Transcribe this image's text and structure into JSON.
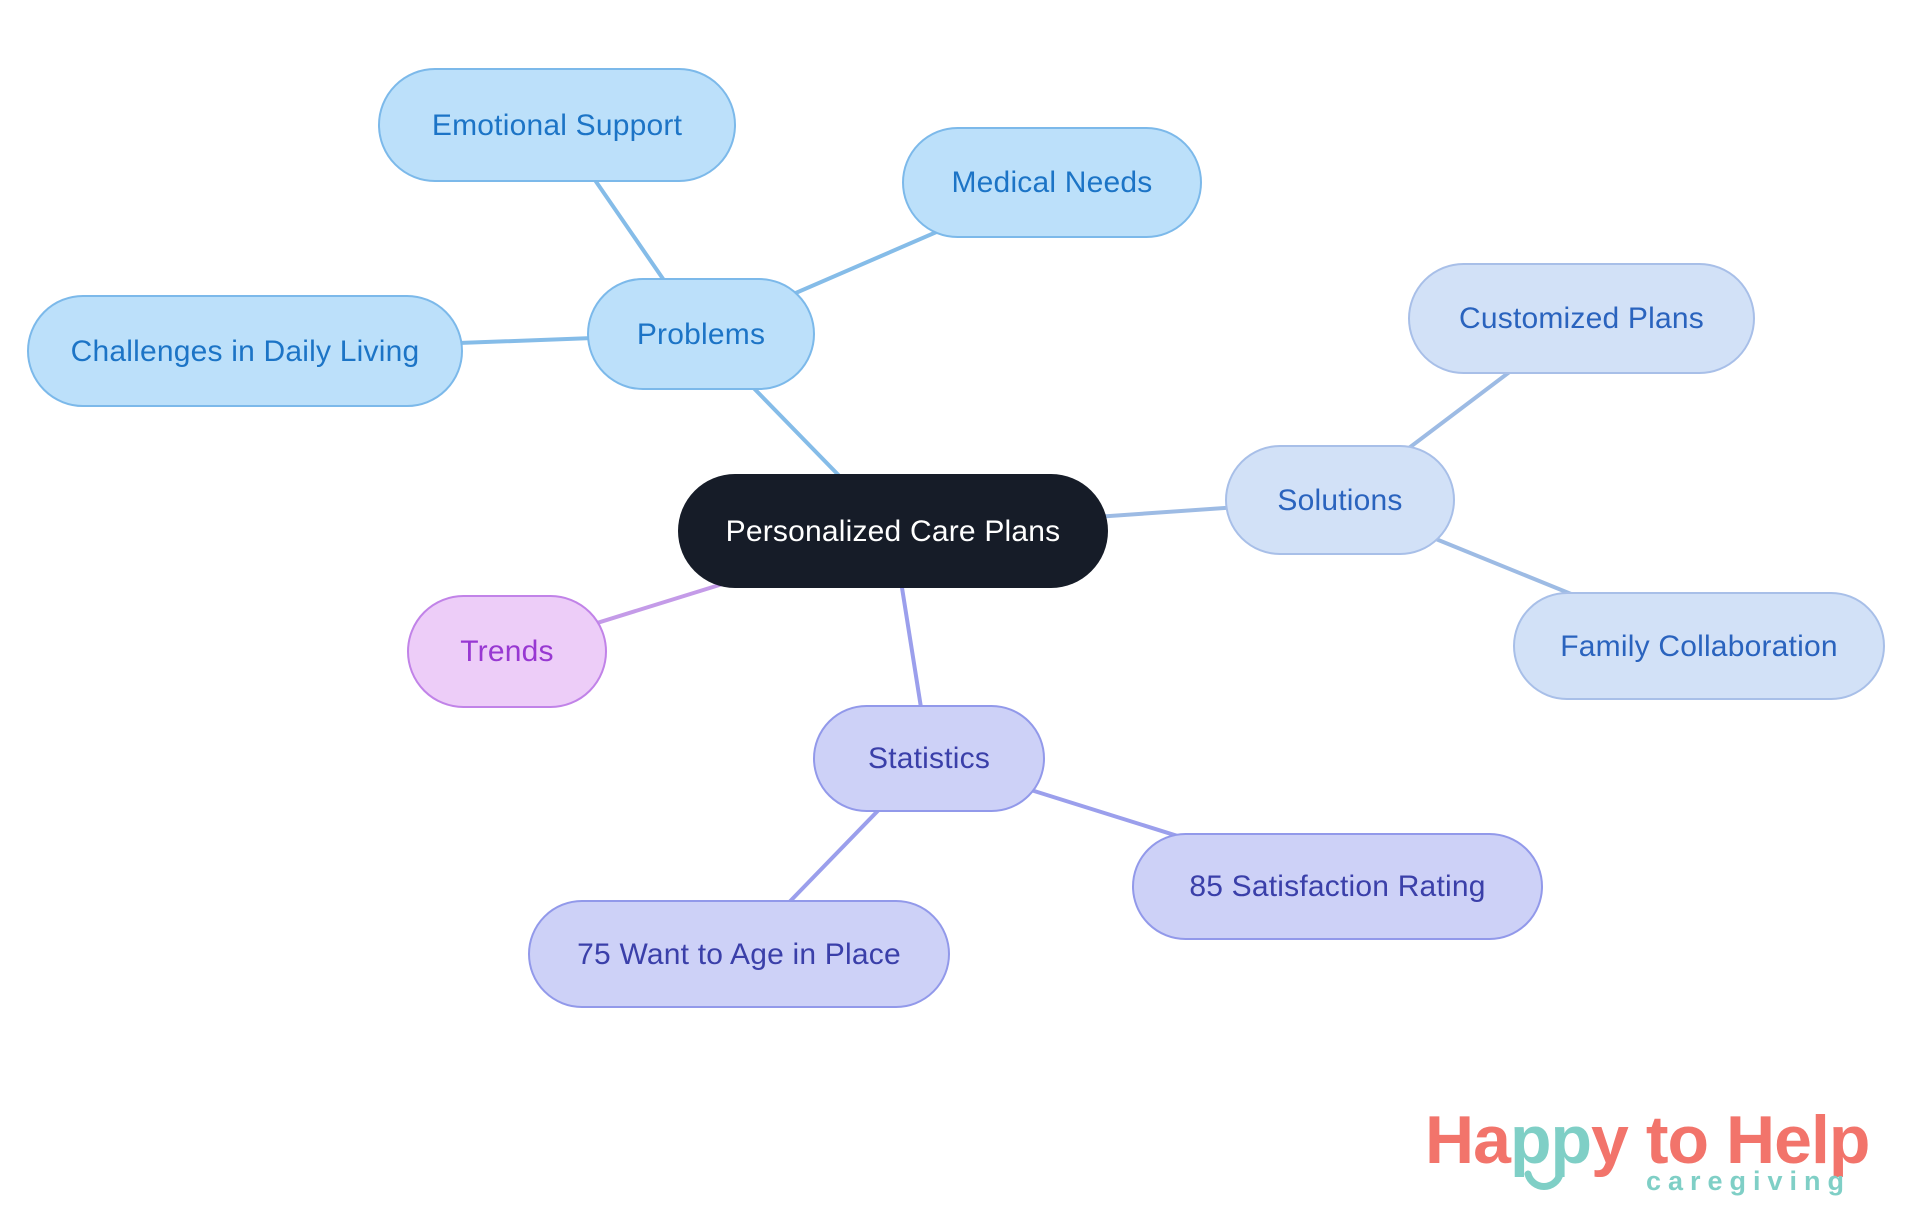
{
  "diagram": {
    "center": {
      "label": "Personalized Care Plans"
    },
    "branches": {
      "problems": {
        "label": "Problems"
      },
      "emotional_support": {
        "label": "Emotional Support"
      },
      "medical_needs": {
        "label": "Medical Needs"
      },
      "challenges": {
        "label": "Challenges in Daily Living"
      },
      "solutions": {
        "label": "Solutions"
      },
      "customized_plans": {
        "label": "Customized Plans"
      },
      "family_collaboration": {
        "label": "Family Collaboration"
      },
      "trends": {
        "label": "Trends"
      },
      "statistics": {
        "label": "Statistics"
      },
      "stat_age_in_place": {
        "label": "75 Want to Age in Place"
      },
      "stat_satisfaction": {
        "label": "85 Satisfaction Rating"
      }
    },
    "palette": {
      "center_fill": "#161C28",
      "center_text": "#FFFFFF",
      "problems_fill": "#BCE0FA",
      "problems_border": "#7CB9EA",
      "problems_text": "#1C74C6",
      "problems_line": "#85BCE8",
      "solutions_fill": "#D2E1F7",
      "solutions_border": "#A8BFE8",
      "solutions_text": "#2A63BE",
      "solutions_line": "#9DBBE4",
      "statistics_fill": "#CDD1F7",
      "statistics_border": "#9299EA",
      "statistics_text": "#3A3FA9",
      "statistics_line": "#9B9FEC",
      "trends_fill": "#EDCDF8",
      "trends_border": "#C183E8",
      "trends_text": "#9838D2",
      "trends_line": "#C49BE8"
    }
  },
  "logo": {
    "title_seg1": "Ha",
    "title_seg2": "pp",
    "title_seg3": "y",
    "title_seg4": "to",
    "title_seg5": "Help",
    "subtitle": "caregiving",
    "coral": "#F2746B",
    "teal": "#7FCFC6"
  }
}
